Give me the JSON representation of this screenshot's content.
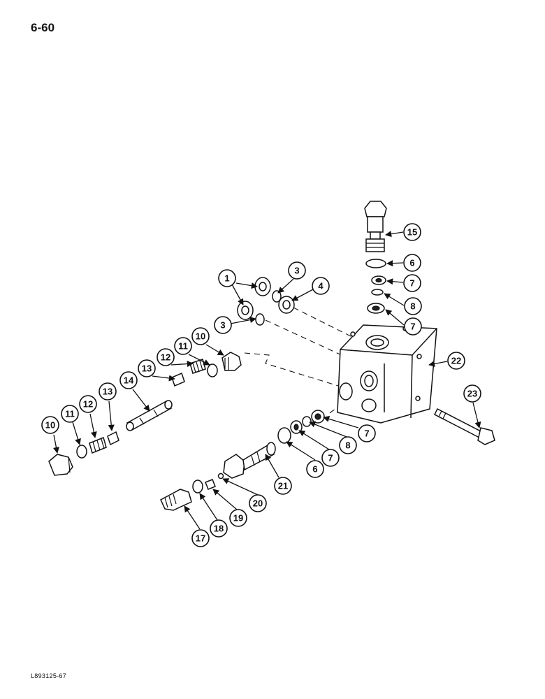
{
  "page_number": "6-60",
  "figure_code": "L893125-67",
  "callouts": [
    "1",
    "3",
    "4",
    "3",
    "10",
    "11",
    "12",
    "13",
    "14",
    "10",
    "11",
    "12",
    "13",
    "15",
    "6",
    "7",
    "8",
    "7",
    "22",
    "23",
    "6",
    "7",
    "8",
    "7",
    "21",
    "20",
    "19",
    "18",
    "17"
  ]
}
